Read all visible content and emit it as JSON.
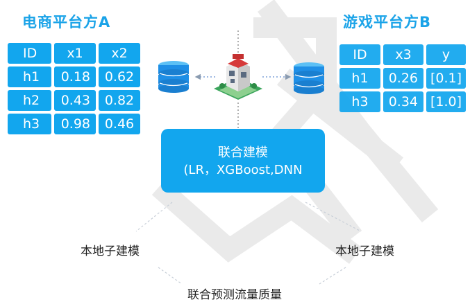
{
  "platform_a": {
    "title": "电商平台方A",
    "headers": [
      "ID",
      "x1",
      "x2"
    ],
    "rows": [
      [
        "h1",
        "0.18",
        "0.62"
      ],
      [
        "h2",
        "0.43",
        "0.82"
      ],
      [
        "h3",
        "0.98",
        "0.46"
      ]
    ]
  },
  "platform_b": {
    "title": "游戏平台方B",
    "headers": [
      "ID",
      "x3",
      "y"
    ],
    "rows": [
      [
        "h1",
        "0.26",
        "[0.1]"
      ],
      [
        "h3",
        "0.34",
        "[1.0]"
      ]
    ]
  },
  "federated_model": {
    "line1": "联合建模",
    "line2": "(LR，XGBoost,DNN"
  },
  "local_model_left": "本地子建模",
  "local_model_right": "本地子建模",
  "joint_output": "联合预测流量质量",
  "colors": {
    "accent": "#12a6ee",
    "title": "#1aa3e8",
    "database": "#1f8fe6"
  },
  "icons": [
    "database-icon",
    "server-building-icon",
    "database-icon"
  ]
}
